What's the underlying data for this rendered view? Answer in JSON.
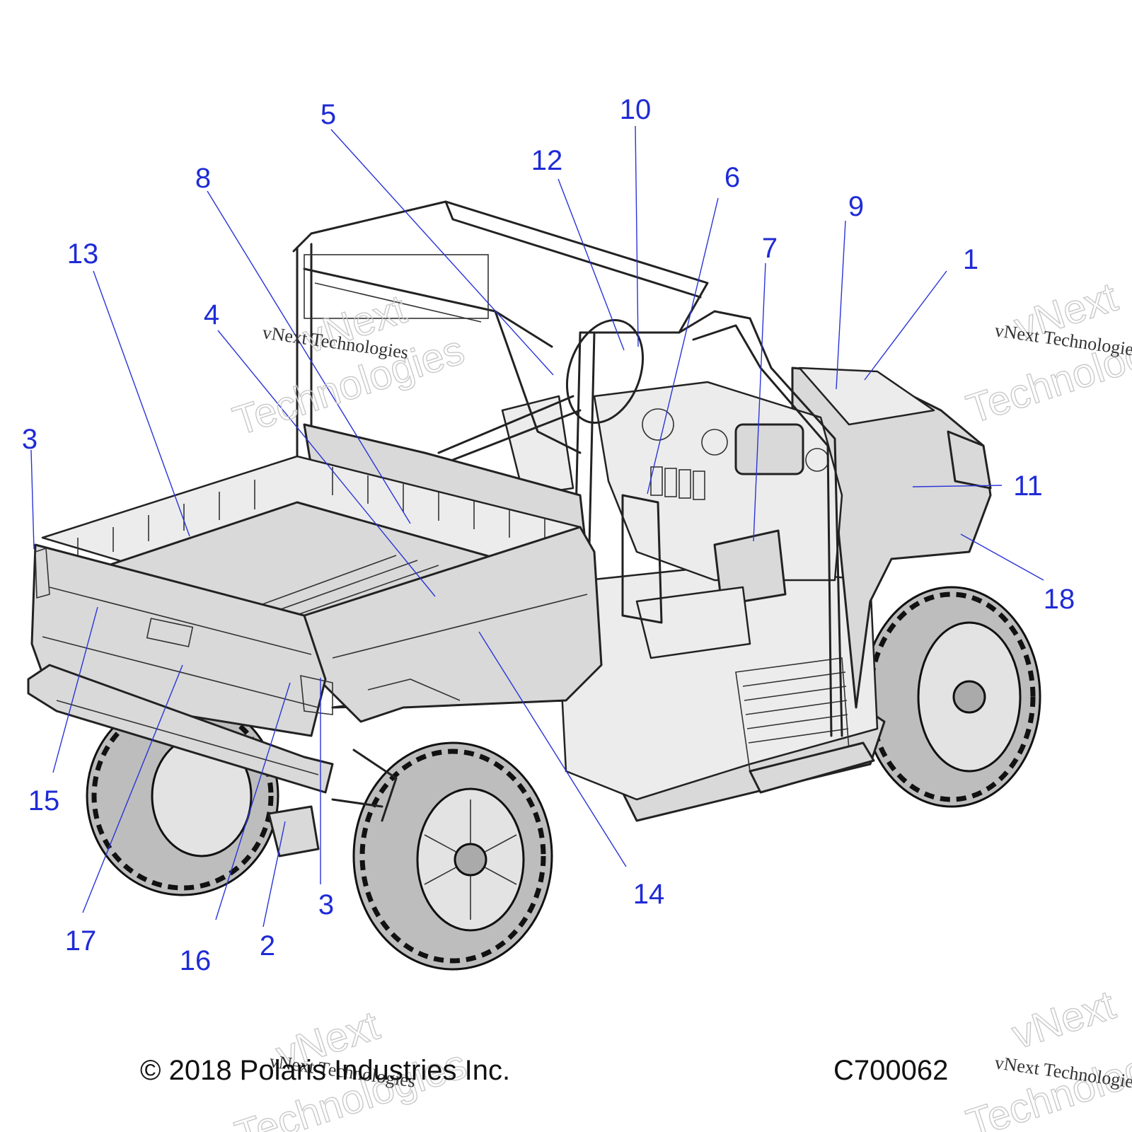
{
  "footer": {
    "copyright": "© 2018 Polaris Industries Inc.",
    "code": "C700062"
  },
  "watermark": {
    "line1": "vNext",
    "line2": "Technologies",
    "full": "vNext Technologies"
  },
  "callouts": [
    {
      "id": "c1",
      "label": "1"
    },
    {
      "id": "c2",
      "label": "2"
    },
    {
      "id": "c3a",
      "label": "3"
    },
    {
      "id": "c3b",
      "label": "3"
    },
    {
      "id": "c4",
      "label": "4"
    },
    {
      "id": "c5",
      "label": "5"
    },
    {
      "id": "c6",
      "label": "6"
    },
    {
      "id": "c7",
      "label": "7"
    },
    {
      "id": "c8",
      "label": "8"
    },
    {
      "id": "c9",
      "label": "9"
    },
    {
      "id": "c10",
      "label": "10"
    },
    {
      "id": "c11",
      "label": "11"
    },
    {
      "id": "c12",
      "label": "12"
    },
    {
      "id": "c13",
      "label": "13"
    },
    {
      "id": "c14",
      "label": "14"
    },
    {
      "id": "c15",
      "label": "15"
    },
    {
      "id": "c16",
      "label": "16"
    },
    {
      "id": "c17",
      "label": "17"
    },
    {
      "id": "c18",
      "label": "18"
    }
  ],
  "colors": {
    "callout": "#1f2bd6",
    "ink": "#222222"
  }
}
